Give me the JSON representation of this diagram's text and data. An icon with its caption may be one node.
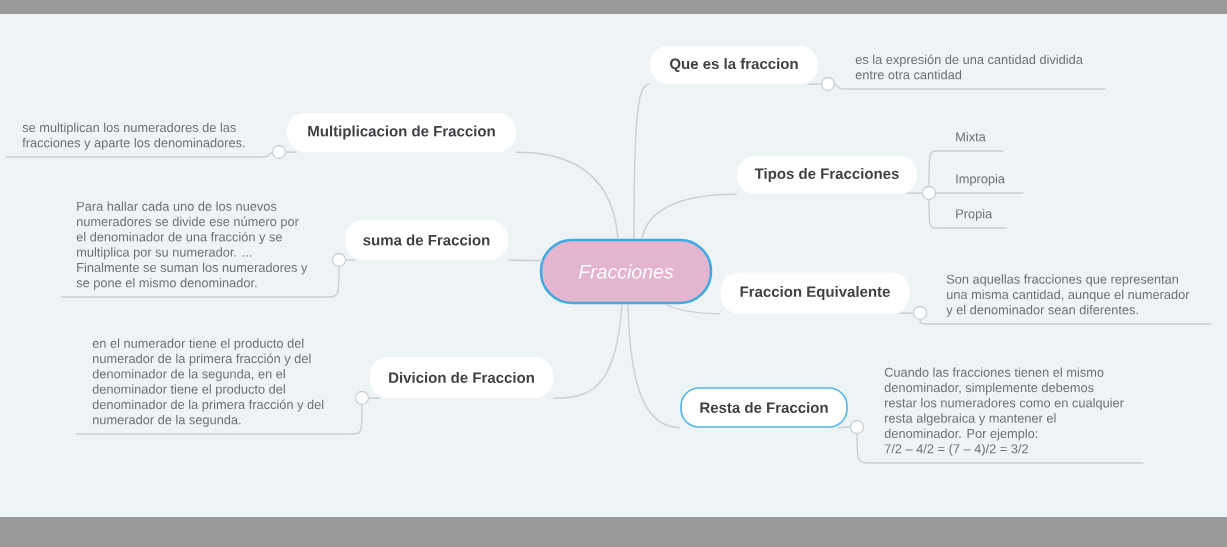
{
  "diagram": {
    "nodes": [
      {
        "text": [
          "Fracciones"
        ]
      },
      {
        "text": [
          "Que es la fraccion"
        ]
      },
      {
        "text": [],
        "shape": "circle"
      },
      {
        "text": [
          "es la expresión de una cantidad dividida entre otra cantidad"
        ]
      },
      {
        "text": [
          "Tipos de Fracciones"
        ]
      },
      {
        "text": [],
        "shape": "circle"
      },
      {
        "text": [
          "Mixta"
        ]
      },
      {
        "text": [
          "Impropia"
        ]
      },
      {
        "text": [
          "Propia"
        ]
      },
      {
        "text": [
          "Fraccion Equivalente"
        ]
      },
      {
        "text": [],
        "shape": "circle"
      },
      {
        "text": [
          "Son aquellas fracciones que representan una misma cantidad, aunque el numerador y el denominador sean diferentes."
        ]
      },
      {
        "text": [
          "Resta de Fraccion"
        ]
      },
      {
        "text": [],
        "shape": "circle"
      },
      {
        "text": [
          "Cuando las fracciones tienen el mismo denominador, simplemente debemos restar los numeradores como en cualquier resta algebraica y mantener el denominador. Por ejemplo:",
          "7/2 – 4/2 = (7 – 4)/2 = 3/2"
        ]
      },
      {
        "text": [
          "Multiplicacion de Fraccion"
        ]
      },
      {
        "text": [],
        "shape": "circle"
      },
      {
        "text": [
          "se multiplican los numeradores de las fracciones y aparte los denominadores."
        ]
      },
      {
        "text": [
          "suma de Fraccion"
        ]
      },
      {
        "text": [],
        "shape": "circle"
      },
      {
        "text": [
          "Para hallar cada uno de los nuevos numeradores se divide ese número por el denominador de una fracción y se multiplica por su numerador. ...",
          "Finalmente se suman los numeradores y se pone el mismo denominador."
        ]
      },
      {
        "text": [
          "Divicion de Fraccion"
        ]
      },
      {
        "text": [],
        "shape": "circle"
      },
      {
        "text": [
          "en el numerador tiene el producto del numerador de la primera fracción y del denominador de la segunda, en el denominador tiene el producto del denominador de la primera fracción y del numerador de la segunda."
        ]
      }
    ],
    "edges": [
      {
        "from": 0,
        "to": 1,
        "arrow": "none"
      },
      {
        "from": 0,
        "to": 4,
        "arrow": "none"
      },
      {
        "from": 0,
        "to": 9,
        "arrow": "none"
      },
      {
        "from": 0,
        "to": 12,
        "arrow": "none"
      },
      {
        "from": 0,
        "to": 15,
        "arrow": "none"
      },
      {
        "from": 0,
        "to": 18,
        "arrow": "none"
      },
      {
        "from": 0,
        "to": 21,
        "arrow": "none"
      },
      {
        "from": 1,
        "to": 2,
        "arrow": "none"
      },
      {
        "from": 2,
        "to": 3,
        "arrow": "none"
      },
      {
        "from": 4,
        "to": 5,
        "arrow": "none"
      },
      {
        "from": 5,
        "to": 6,
        "arrow": "none"
      },
      {
        "from": 5,
        "to": 7,
        "arrow": "none"
      },
      {
        "from": 5,
        "to": 8,
        "arrow": "none"
      },
      {
        "from": 9,
        "to": 10,
        "arrow": "none"
      },
      {
        "from": 10,
        "to": 11,
        "arrow": "none"
      },
      {
        "from": 12,
        "to": 13,
        "arrow": "none"
      },
      {
        "from": 13,
        "to": 14,
        "arrow": "none"
      },
      {
        "from": 15,
        "to": 16,
        "arrow": "none"
      },
      {
        "from": 16,
        "to": 17,
        "arrow": "none"
      },
      {
        "from": 18,
        "to": 19,
        "arrow": "none"
      },
      {
        "from": 19,
        "to": 20,
        "arrow": "none"
      },
      {
        "from": 21,
        "to": 22,
        "arrow": "none"
      },
      {
        "from": 22,
        "to": 23,
        "arrow": "none"
      }
    ]
  }
}
